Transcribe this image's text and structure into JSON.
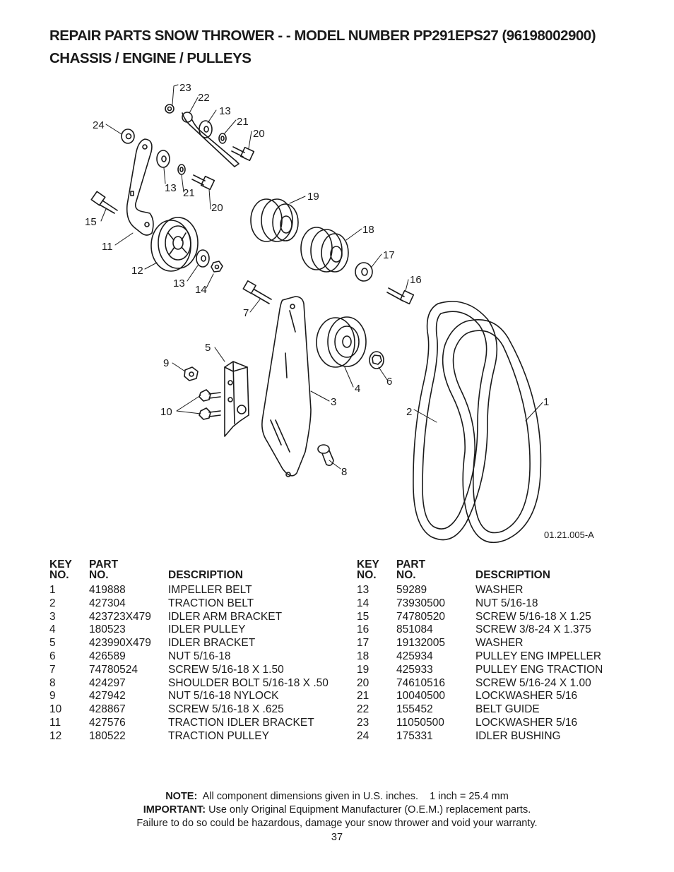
{
  "header": {
    "title_line1": "REPAIR PARTS SNOW THROWER - - MODEL NUMBER PP291EPS27 (96198002900)",
    "title_line2": "CHASSIS / ENGINE / PULLEYS"
  },
  "diagram": {
    "code": "01.21.005-A",
    "callouts": [
      "23",
      "22",
      "13",
      "21",
      "20",
      "24",
      "13",
      "21",
      "20",
      "19",
      "15",
      "18",
      "11",
      "17",
      "12",
      "13",
      "14",
      "16",
      "7",
      "5",
      "9",
      "4",
      "6",
      "3",
      "10",
      "2",
      "1",
      "8"
    ]
  },
  "parts_table": {
    "headers": {
      "key_line1": "KEY",
      "key_line2": "NO.",
      "part_line1": "PART",
      "part_line2": "NO.",
      "description": "DESCRIPTION"
    },
    "left": [
      {
        "key": "1",
        "part": "419888",
        "desc": "IMPELLER BELT"
      },
      {
        "key": "2",
        "part": "427304",
        "desc": "TRACTION BELT"
      },
      {
        "key": "3",
        "part": "423723X479",
        "desc": "IDLER ARM BRACKET"
      },
      {
        "key": "4",
        "part": "180523",
        "desc": "IDLER PULLEY"
      },
      {
        "key": "5",
        "part": "423990X479",
        "desc": "IDLER BRACKET"
      },
      {
        "key": "6",
        "part": "426589",
        "desc": "NUT 5/16-18"
      },
      {
        "key": "7",
        "part": "74780524",
        "desc": "SCREW 5/16-18 X 1.50"
      },
      {
        "key": "8",
        "part": "424297",
        "desc": "SHOULDER BOLT 5/16-18 X .50"
      },
      {
        "key": "9",
        "part": "427942",
        "desc": "NUT 5/16-18 NYLOCK"
      },
      {
        "key": "10",
        "part": "428867",
        "desc": "SCREW 5/16-18 X .625"
      },
      {
        "key": "11",
        "part": "427576",
        "desc": "TRACTION IDLER BRACKET"
      },
      {
        "key": "12",
        "part": "180522",
        "desc": "TRACTION PULLEY"
      }
    ],
    "right": [
      {
        "key": "13",
        "part": "59289",
        "desc": "WASHER"
      },
      {
        "key": "14",
        "part": "73930500",
        "desc": "NUT 5/16-18"
      },
      {
        "key": "15",
        "part": "74780520",
        "desc": "SCREW 5/16-18 X 1.25"
      },
      {
        "key": "16",
        "part": "851084",
        "desc": "SCREW 3/8-24 X 1.375"
      },
      {
        "key": "17",
        "part": "19132005",
        "desc": "WASHER"
      },
      {
        "key": "18",
        "part": "425934",
        "desc": "PULLEY ENG IMPELLER"
      },
      {
        "key": "19",
        "part": "425933",
        "desc": "PULLEY ENG TRACTION"
      },
      {
        "key": "20",
        "part": "74610516",
        "desc": "SCREW 5/16-24 X 1.00"
      },
      {
        "key": "21",
        "part": "10040500",
        "desc": "LOCKWASHER 5/16"
      },
      {
        "key": "22",
        "part": "155452",
        "desc": "BELT GUIDE"
      },
      {
        "key": "23",
        "part": "11050500",
        "desc": "LOCKWASHER 5/16"
      },
      {
        "key": "24",
        "part": "175331",
        "desc": "IDLER BUSHING"
      }
    ]
  },
  "footer": {
    "note_label": "NOTE:",
    "note_text": "All component dimensions given in U.S. inches.    1 inch = 25.4 mm",
    "important_label": "IMPORTANT:",
    "important_text": "Use only Original Equipment Manufacturer (O.E.M.) replacement parts.",
    "warning_text": "Failure to do so could be hazardous, damage your snow thrower and void your warranty.",
    "page_number": "37"
  }
}
